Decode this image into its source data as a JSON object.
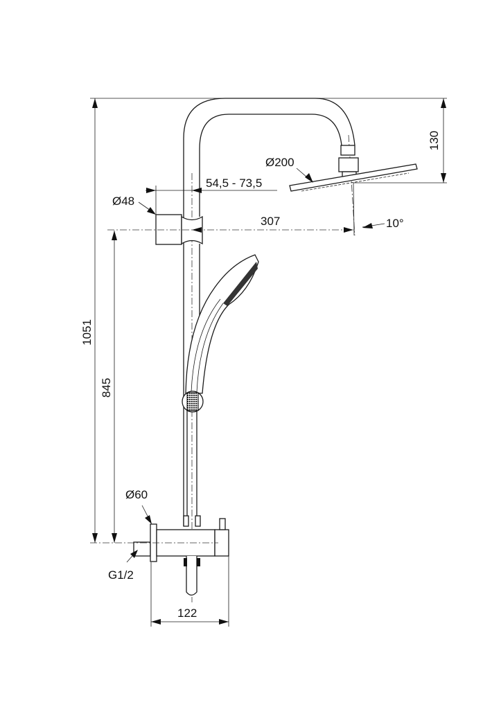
{
  "dimensions": {
    "total_height": "1051",
    "outlet_height": "845",
    "head_drop": "130",
    "head_diameter": "Ø200",
    "wall_offset": "54,5 - 73,5",
    "bracket_diameter": "Ø48",
    "arm_projection": "307",
    "head_tilt": "10°",
    "flange_diameter": "Ø60",
    "inlet_thread": "G1/2",
    "valve_width": "122"
  }
}
